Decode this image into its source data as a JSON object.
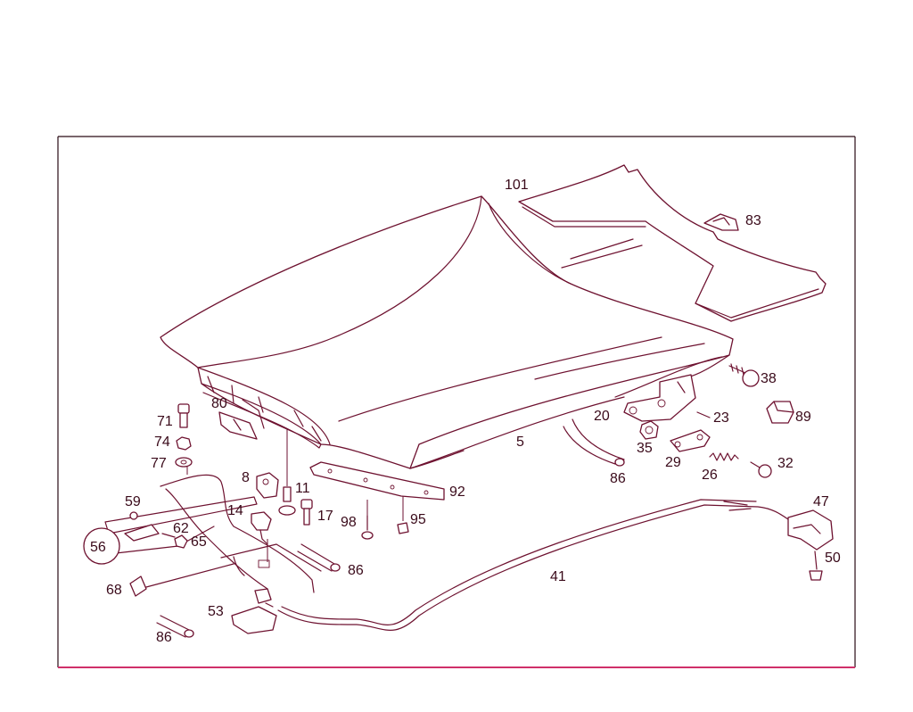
{
  "colors": {
    "line": "#6e1230",
    "text": "#3a0a1a",
    "frame_bottom": "#d0306a",
    "background": "#ffffff"
  },
  "parts": {
    "p101": "101",
    "p83": "83",
    "p38": "38",
    "p89": "89",
    "p20": "20",
    "p23": "23",
    "p35": "35",
    "p29": "29",
    "p26": "26",
    "p32": "32",
    "p5": "5",
    "p86a": "86",
    "p80": "80",
    "p71": "71",
    "p74": "74",
    "p77": "77",
    "p8": "8",
    "p11": "11",
    "p17": "17",
    "p92": "92",
    "p98": "98",
    "p95": "95",
    "p59": "59",
    "p14": "14",
    "p62": "62",
    "p65": "65",
    "p56": "56",
    "p86b": "86",
    "p68": "68",
    "p41": "41",
    "p53": "53",
    "p86c": "86",
    "p47": "47",
    "p50": "50"
  }
}
